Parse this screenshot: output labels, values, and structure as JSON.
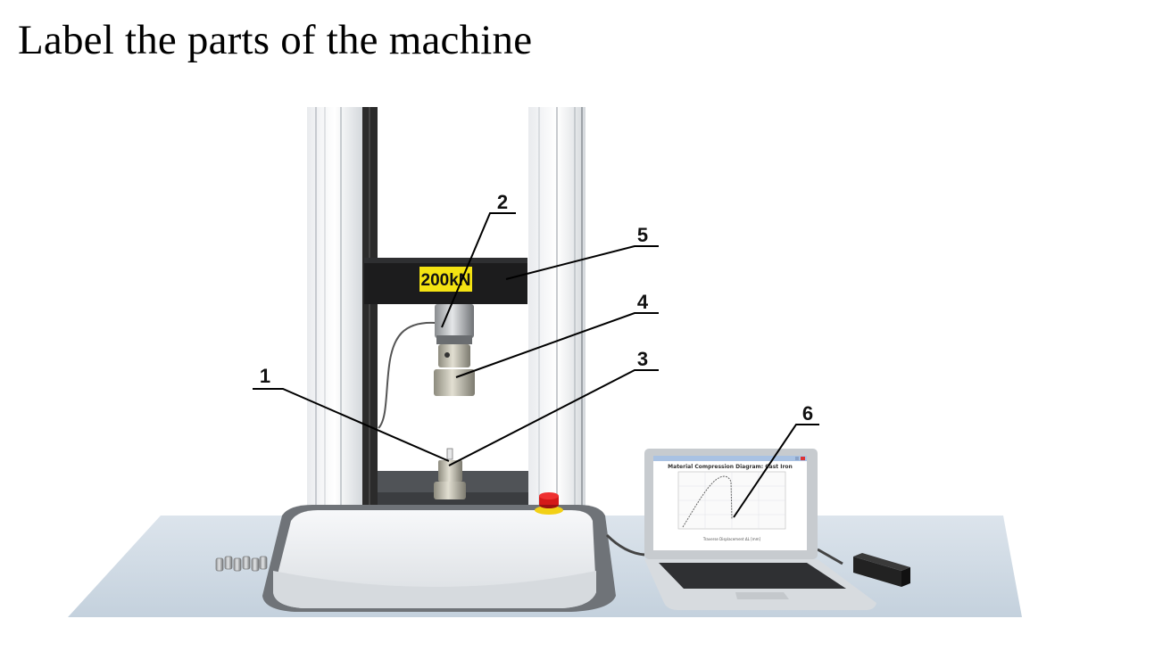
{
  "title": "Label the parts of the machine",
  "machine": {
    "capacity_badge": "200kN",
    "colors": {
      "crosshead": "#1a1a1a",
      "badge": "#f4e312",
      "emergency_stop": "#d41818",
      "floor": "#c9d6e2",
      "base": "#eceff2"
    }
  },
  "laptop_screen": {
    "chart_title": "Material Compression Diagram: Cast Iron",
    "x_axis_label": "Traverse Displacement ΔL [mm]"
  },
  "callouts": [
    {
      "number": "1"
    },
    {
      "number": "2"
    },
    {
      "number": "3"
    },
    {
      "number": "4"
    },
    {
      "number": "5"
    },
    {
      "number": "6"
    }
  ]
}
